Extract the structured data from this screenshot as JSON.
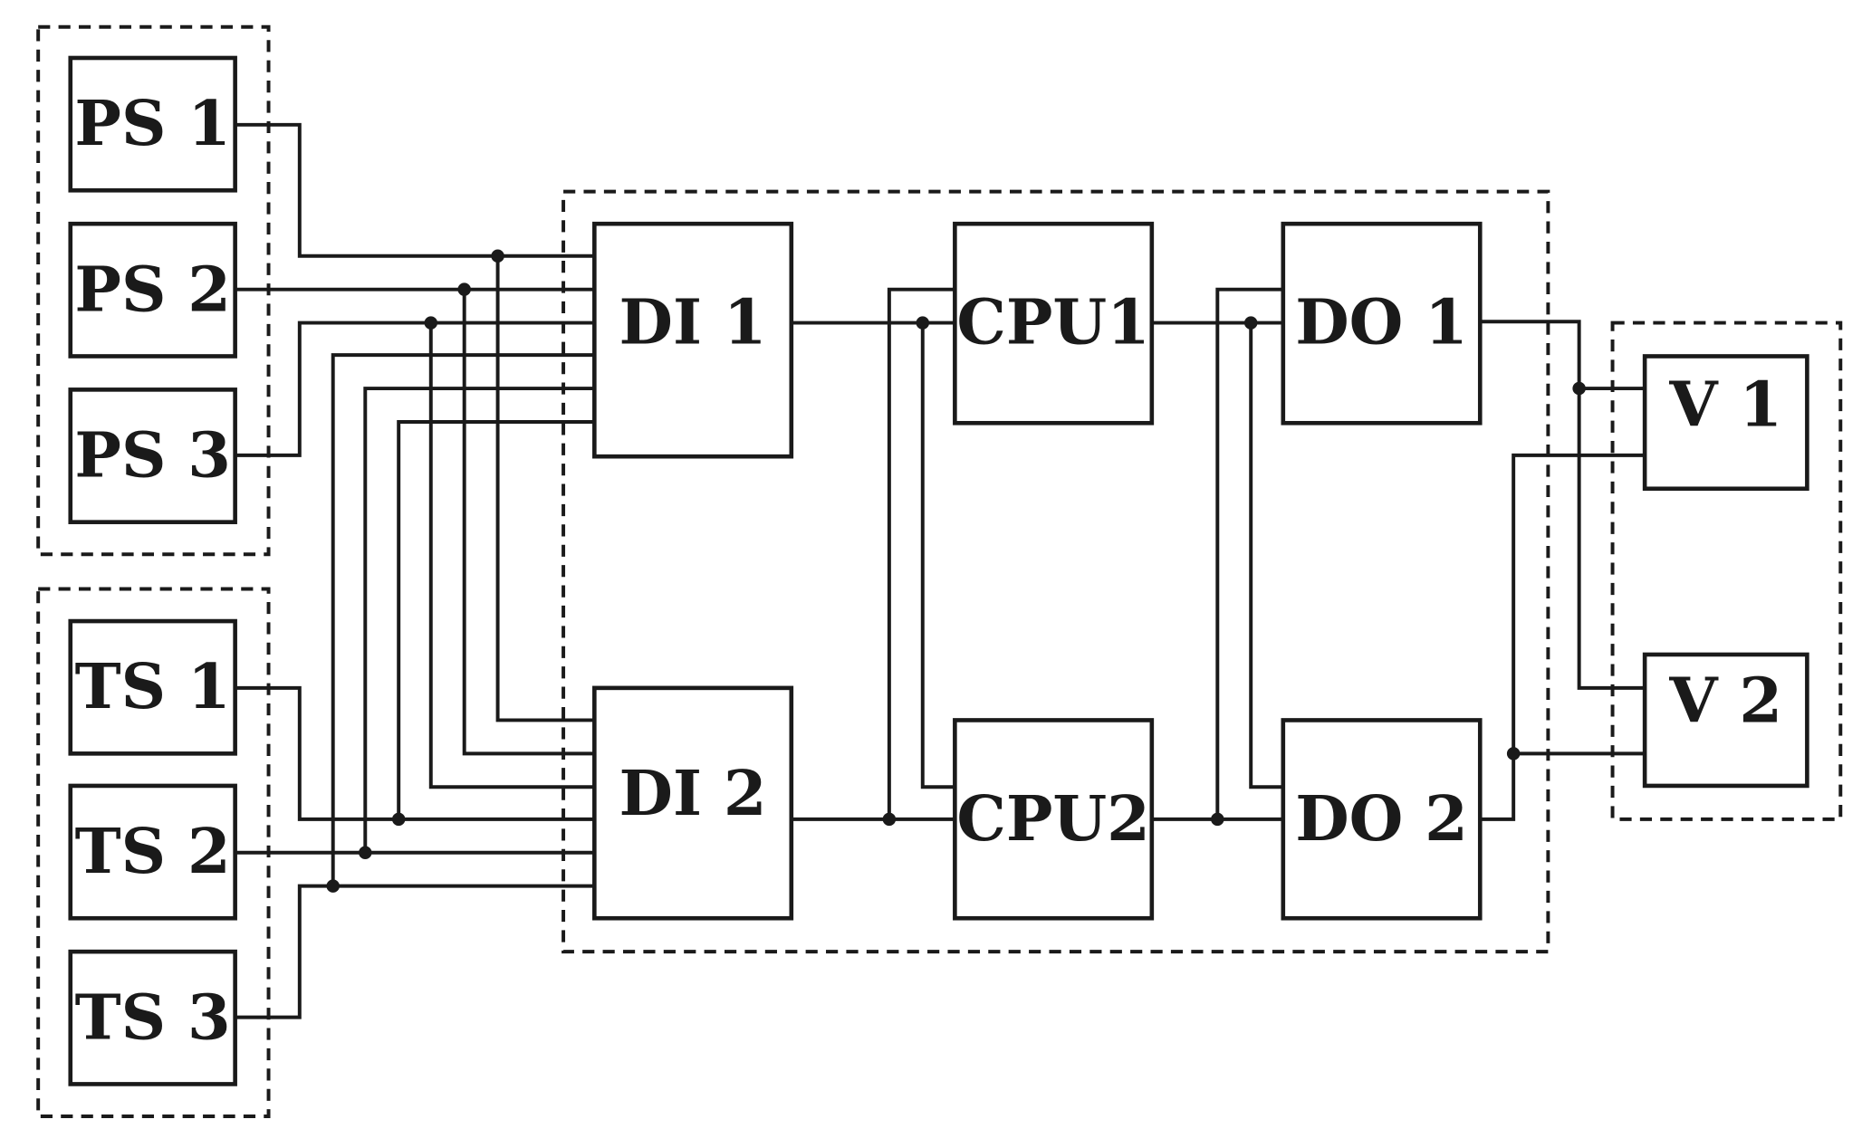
{
  "diagram": {
    "sensors": {
      "pressure": [
        {
          "id": "ps1",
          "label": "PS 1"
        },
        {
          "id": "ps2",
          "label": "PS 2"
        },
        {
          "id": "ps3",
          "label": "PS 3"
        }
      ],
      "temperature": [
        {
          "id": "ts1",
          "label": "TS 1"
        },
        {
          "id": "ts2",
          "label": "TS 2"
        },
        {
          "id": "ts3",
          "label": "TS 3"
        }
      ]
    },
    "controller": {
      "inputs": [
        {
          "id": "di1",
          "label": "DI 1"
        },
        {
          "id": "di2",
          "label": "DI 2"
        }
      ],
      "cpus": [
        {
          "id": "cpu1",
          "label": "CPU1"
        },
        {
          "id": "cpu2",
          "label": "CPU2"
        }
      ],
      "outputs": [
        {
          "id": "do1",
          "label": "DO 1"
        },
        {
          "id": "do2",
          "label": "DO 2"
        }
      ]
    },
    "valves": [
      {
        "id": "v1",
        "label": "V 1"
      },
      {
        "id": "v2",
        "label": "V 2"
      }
    ]
  }
}
